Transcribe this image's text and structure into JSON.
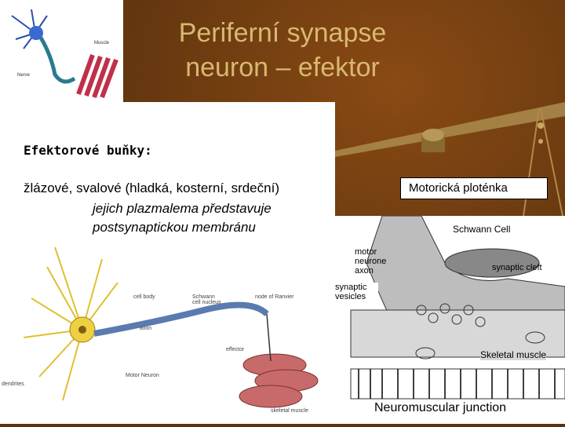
{
  "slide": {
    "title_line1": "Periferní synapse",
    "title_line2": "neuron – efektor",
    "heading": "Efektorové buňky:",
    "line1": "žlázové, svalové (hladká, kosterní, srdeční)",
    "line2": "jejich plazmalema představuje",
    "line3": "postsynaptickou membránu",
    "callout": "Motorická ploténka"
  },
  "thumb_labels": {
    "muscle": "Muscle",
    "nerve": "Nerve"
  },
  "neuron_labels": {
    "cell_body": "cell body",
    "schwann_nucleus": "Schwann cell nucleus",
    "node_ranvier": "node of Ranvier",
    "axon": "axon",
    "effector": "effector",
    "dendrites": "dendrites",
    "motor_neuron": "Motor Neuron",
    "skeletal_muscle": "skeletal muscle"
  },
  "nmj_labels": {
    "schwann_cell": "Schwann Cell",
    "motor_neurone": "motor neurone axon",
    "synaptic_cleft": "synaptic cleft",
    "synaptic_vesicles": "synaptic vesicles",
    "skeletal_muscle": "Skeletal muscle",
    "caption": "Neuromuscular junction"
  }
}
